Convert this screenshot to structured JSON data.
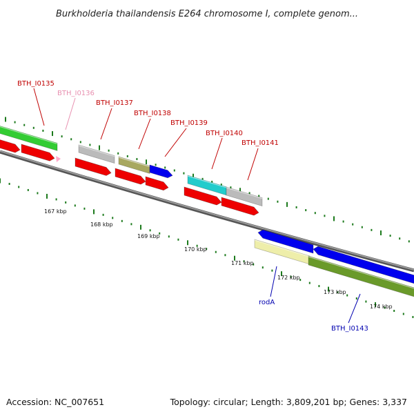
{
  "title": "Burkholderia thailandensis E264 chromosome I, complete genom...",
  "footer": {
    "accession": "Accession: NC_007651",
    "topology": "Topology: circular; Length: 3,809,201 bp; Genes: 3,337"
  },
  "colors": {
    "backbone": "#7f7f7f",
    "tick": "#1c7a1c",
    "label_red": "#c00000",
    "label_pink": "#e890b0",
    "label_blue": "#0000b0",
    "cds_red": "#ee0000",
    "gene_green": "#33cc33",
    "gene_gray": "#bbbbbb",
    "gene_olive": "#a8a860",
    "gene_blue": "#0000ee",
    "gene_cyan": "#22cccc",
    "gene_yellow": "#eeeeaa",
    "gene_darkgreen": "#6a9a2a",
    "gene_pink": "#ffaacc"
  },
  "scale_labels": [
    "167 kbp",
    "168 kbp",
    "169 kbp",
    "170 kbp",
    "171 kbp",
    "172 kbp",
    "173 kbp",
    "174 kbp"
  ],
  "gene_labels": [
    {
      "text": "BTH_I0135",
      "color": "label_red"
    },
    {
      "text": "BTH_I0136",
      "color": "label_pink"
    },
    {
      "text": "BTH_I0137",
      "color": "label_red"
    },
    {
      "text": "BTH_I0138",
      "color": "label_red"
    },
    {
      "text": "BTH_I0139",
      "color": "label_red"
    },
    {
      "text": "BTH_I0140",
      "color": "label_red"
    },
    {
      "text": "BTH_I0141",
      "color": "label_red"
    },
    {
      "text": "rodA",
      "color": "label_blue"
    },
    {
      "text": "BTH_I0143",
      "color": "label_blue"
    }
  ]
}
